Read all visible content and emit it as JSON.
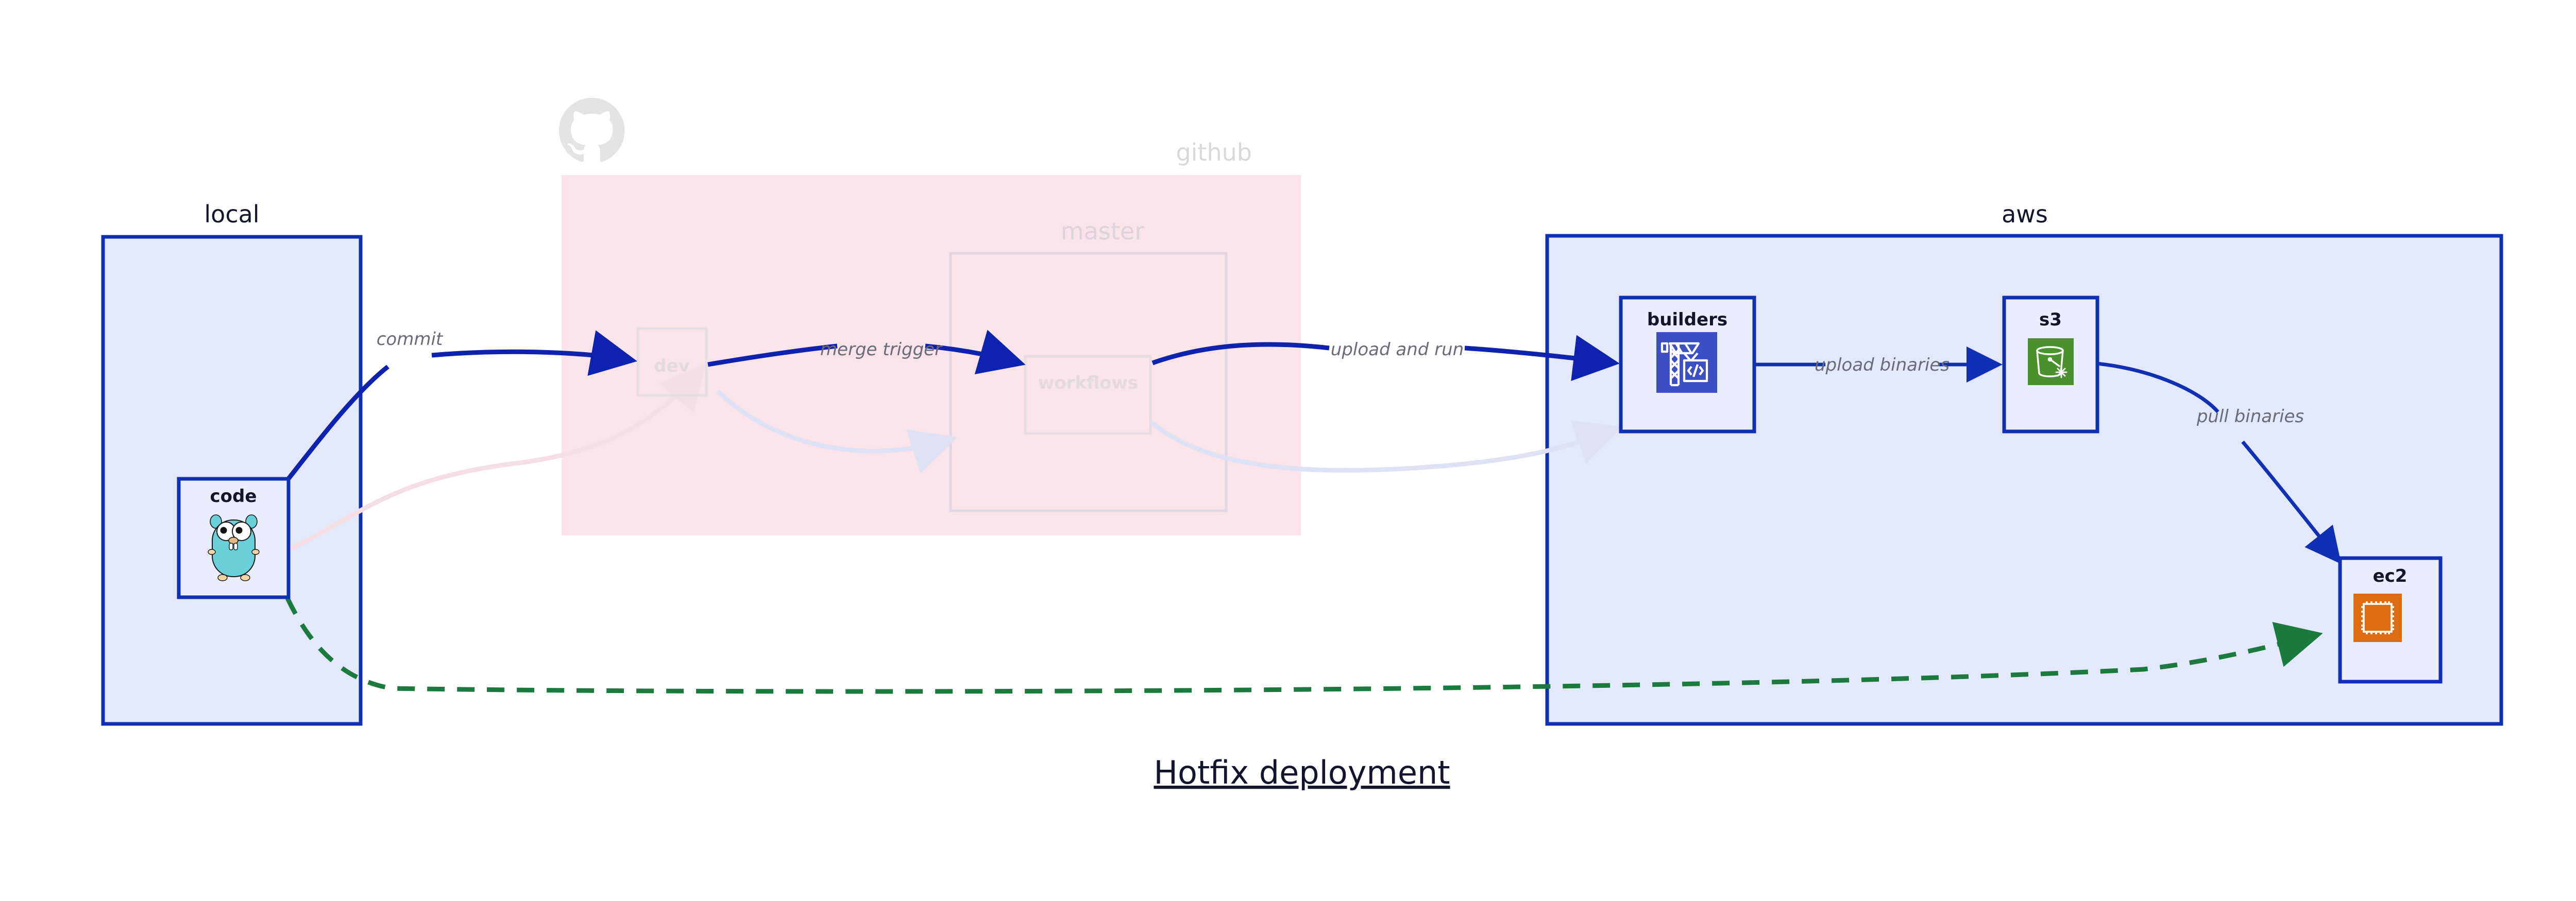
{
  "diagram": {
    "title": "Hotfix deployment",
    "background": "#ffffff"
  },
  "clusters": [
    {
      "id": "local",
      "label": "local",
      "fill": "#e3e8fb",
      "stroke": "#0f30b4",
      "dimmed": false
    },
    {
      "id": "github",
      "label": "github",
      "fill": "#fae3e9",
      "stroke": "none",
      "dimmed": true
    },
    {
      "id": "master",
      "label": "master",
      "fill": "none",
      "stroke": "#e0d7e4",
      "dimmed": true
    },
    {
      "id": "aws",
      "label": "aws",
      "fill": "#e3e8fb",
      "stroke": "#0f30b4",
      "dimmed": false
    }
  ],
  "nodes": [
    {
      "id": "code",
      "label": "code",
      "icon": "go-gopher-icon",
      "cluster": "local",
      "dimmed": false
    },
    {
      "id": "dev",
      "label": "dev",
      "icon": "branch-icon",
      "cluster": "github",
      "dimmed": true
    },
    {
      "id": "workflows",
      "label": "workflows",
      "icon": "workflows-icon",
      "cluster": "master",
      "dimmed": true
    },
    {
      "id": "builders",
      "label": "builders",
      "icon": "aws-codebuild-icon",
      "cluster": "aws",
      "dimmed": false
    },
    {
      "id": "s3",
      "label": "s3",
      "icon": "aws-s3-glacier-icon",
      "cluster": "aws",
      "dimmed": false
    },
    {
      "id": "ec2",
      "label": "ec2",
      "icon": "aws-ec2-icon",
      "cluster": "aws",
      "dimmed": false
    }
  ],
  "edges": [
    {
      "id": "commit",
      "from": "code",
      "to": "dev",
      "label": "commit",
      "style": "solid",
      "color": "#0d23b0",
      "dimmed": false
    },
    {
      "id": "merge-trigger",
      "from": "dev",
      "to": "workflows",
      "label": "merge trigger",
      "style": "solid",
      "color": "#0d23b0",
      "dimmed": false
    },
    {
      "id": "upload-and-run",
      "from": "workflows",
      "to": "builders",
      "label": "upload and run",
      "style": "solid",
      "color": "#0d23b0",
      "dimmed": false
    },
    {
      "id": "upload-binaries",
      "from": "builders",
      "to": "s3",
      "label": "upload binaries",
      "style": "solid",
      "color": "#0f30b4",
      "dimmed": false
    },
    {
      "id": "pull-binaries",
      "from": "s3",
      "to": "ec2",
      "label": "pull binaries",
      "style": "solid",
      "color": "#0f30b4",
      "dimmed": false
    },
    {
      "id": "hotfix-direct",
      "from": "code",
      "to": "ec2",
      "label": "",
      "style": "dashed",
      "color": "#1b7a3d",
      "dimmed": false
    },
    {
      "id": "faded-code-dev",
      "from": "code",
      "to": "dev",
      "label": "",
      "style": "solid",
      "color": "#f6dfe4",
      "dimmed": true
    },
    {
      "id": "faded-dev-wf",
      "from": "dev",
      "to": "workflows",
      "label": "",
      "style": "solid",
      "color": "#dfe2f4",
      "dimmed": true
    },
    {
      "id": "faded-wf-build",
      "from": "workflows",
      "to": "builders",
      "label": "",
      "style": "solid",
      "color": "#dfe2f4",
      "dimmed": true
    }
  ],
  "icons": {
    "github_logo": "github-octocat-icon",
    "codebuild_bg": "#3c4fc4",
    "s3_bg": "#4b912e",
    "ec2_bg": "#dd6b12",
    "gopher_body": "#69d0d9"
  }
}
